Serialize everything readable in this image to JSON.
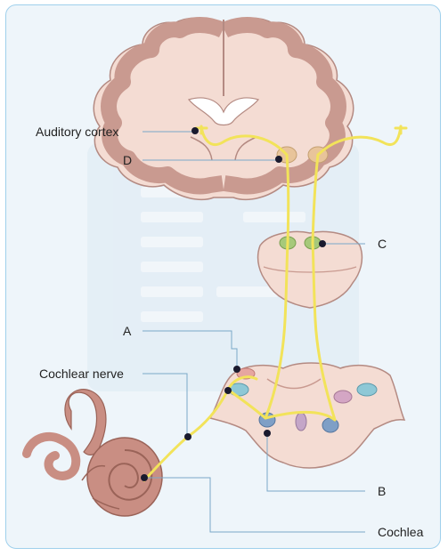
{
  "labels": {
    "auditory_cortex": "Auditory cortex",
    "d": "D",
    "c": "C",
    "a": "A",
    "cochlear_nerve": "Cochlear nerve",
    "b": "B",
    "cochlea": "Cochlea"
  },
  "colors": {
    "frame_border": "#9fd0ec",
    "frame_fill": "#eef5fa",
    "brain_tissue": "#f4dcd3",
    "brain_outline": "#b48a82",
    "cortex_gyri": "#c99a90",
    "pathway": "#f2e35a",
    "leader_line": "#7aa8c8",
    "marker_dot": "#1a1a2e",
    "cochlea": "#c98e83"
  },
  "icons": [
    "cochlea-icon",
    "brain-coronal-section",
    "midbrain-section",
    "brainstem-section"
  ]
}
